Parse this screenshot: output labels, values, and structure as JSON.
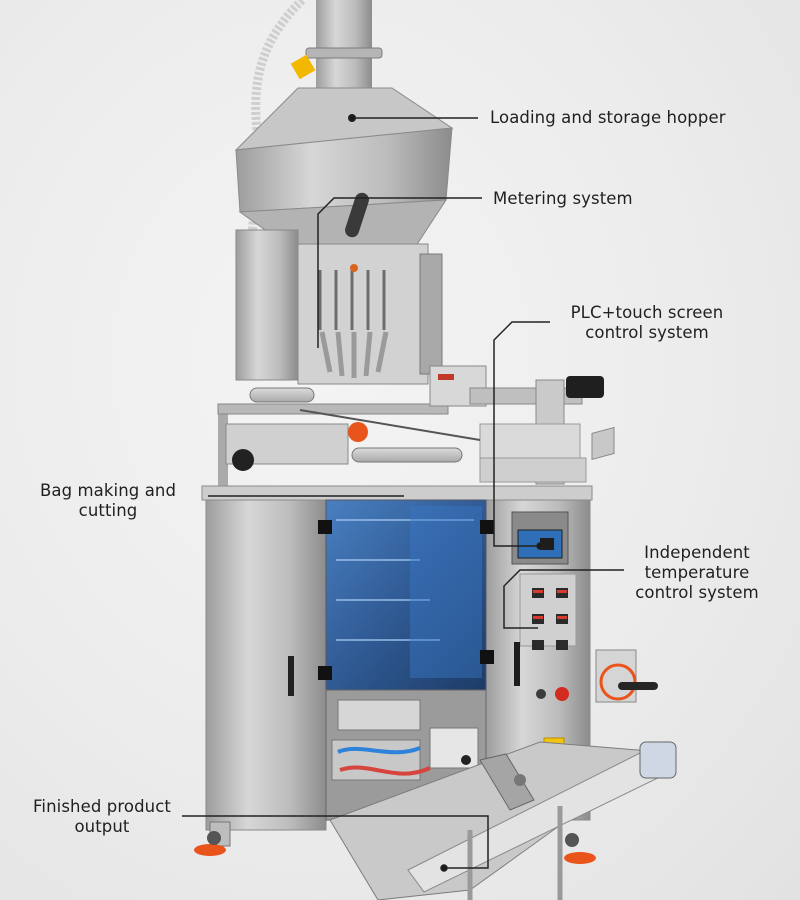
{
  "callouts": {
    "hopper": "Loading and storage hopper",
    "metering": "Metering system",
    "plc": [
      "PLC+touch screen",
      "control system"
    ],
    "bag": [
      "Bag making and",
      "cutting"
    ],
    "temp": [
      "Independent",
      "temperature",
      "control system"
    ],
    "output": [
      "Finished product",
      "output"
    ]
  },
  "panel_text": {
    "emergency": ""
  },
  "colors": {
    "steel": "#c9c9c9",
    "steel_dark": "#8f8f8f",
    "window_blue": "#1e4f8f",
    "accent_orange": "#e8541a",
    "leader": "#222222"
  }
}
